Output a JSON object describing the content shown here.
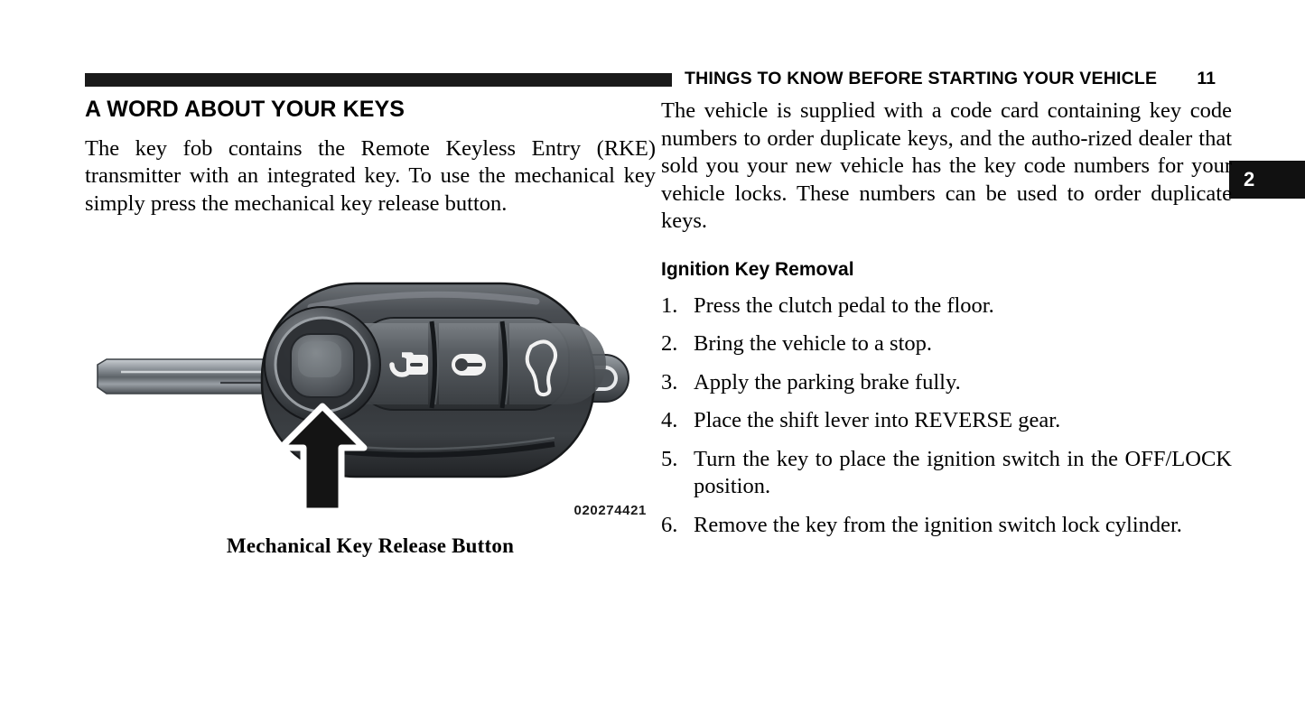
{
  "header": {
    "title": "THINGS TO KNOW BEFORE STARTING YOUR VEHICLE",
    "page_number": "11",
    "rule_color": "#1a1a1a"
  },
  "chapter_tab": {
    "label": "2",
    "background": "#111111",
    "text_color": "#ffffff"
  },
  "left_column": {
    "section_title": "A WORD ABOUT YOUR KEYS",
    "paragraph": "The key fob contains the Remote Keyless Entry (RKE) transmitter with an integrated key. To use the mechanical key simply press the mechanical key release button."
  },
  "figure": {
    "code": "020274421",
    "caption": "Mechanical Key Release Button",
    "alt": "Flip key fob with mechanical key release button indicated by an upward arrow",
    "parts": {
      "key_blade": "key-blade",
      "release_button": "mechanical-key-release-button",
      "unlock_button": "unlock-button",
      "lock_button": "lock-button",
      "trunk_button": "trunk-release-button",
      "key_ring_loop": "key-ring-loop",
      "pointer": "up-arrow-pointer"
    },
    "colors": {
      "body_dark": "#2f3033",
      "body_mid": "#55585c",
      "body_light": "#8b9095",
      "blade_metal": "#9aa0a5",
      "icon": "#f2f2f2",
      "arrow_fill": "#141414",
      "arrow_outline": "#ffffff"
    }
  },
  "right_column": {
    "paragraph": "The vehicle is supplied with a code card containing key code numbers to order duplicate keys, and the autho-rized dealer that sold you your new vehicle has the key code numbers for your vehicle locks. These numbers can be used to order duplicate keys.",
    "sub_title": "Ignition Key Removal",
    "steps": [
      {
        "num": "1.",
        "text": "Press the clutch pedal to the floor."
      },
      {
        "num": "2.",
        "text": "Bring the vehicle to a stop."
      },
      {
        "num": "3.",
        "text": "Apply the parking brake fully."
      },
      {
        "num": "4.",
        "text": "Place the shift lever into REVERSE gear."
      },
      {
        "num": "5.",
        "text": "Turn the key to place the ignition switch in the OFF/LOCK position."
      },
      {
        "num": "6.",
        "text": "Remove the key from the ignition switch lock cylinder."
      }
    ]
  }
}
